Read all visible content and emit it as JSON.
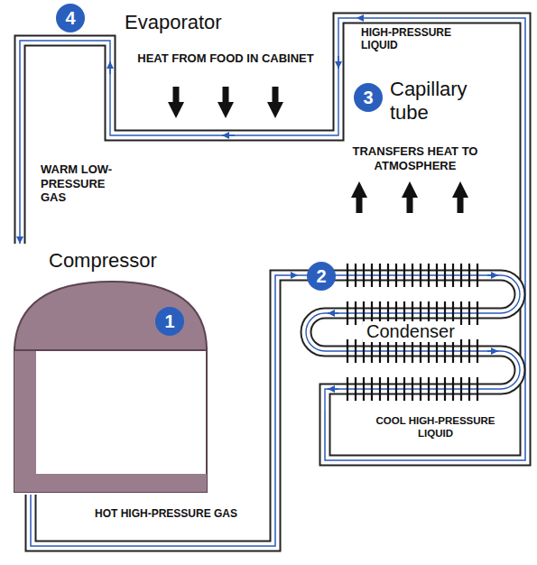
{
  "diagram": {
    "nodes": [
      {
        "text": [
          "Compressor"
        ]
      },
      {
        "text": [
          "Condenser"
        ]
      },
      {
        "text": [
          "Evaporator",
          "HEAT FROM FOOD IN CABINET"
        ]
      }
    ],
    "edges": [
      {
        "from": 0,
        "to": 1,
        "arrow": "to"
      },
      {
        "from": 1,
        "to": 2,
        "arrow": "to"
      },
      {
        "from": 2,
        "to": 0,
        "arrow": "to"
      }
    ],
    "labels": [
      "1",
      "2",
      "3",
      "4",
      "Capillary tube",
      "TRANSFERS HEAT TO ATMOSPHERE",
      "HIGH-PRESSURE LIQUID",
      "WARM LOW-PRESSURE GAS",
      "HOT HIGH-PRESSURE GAS",
      "COOL HIGH-PRESSURE LIQUID"
    ]
  }
}
